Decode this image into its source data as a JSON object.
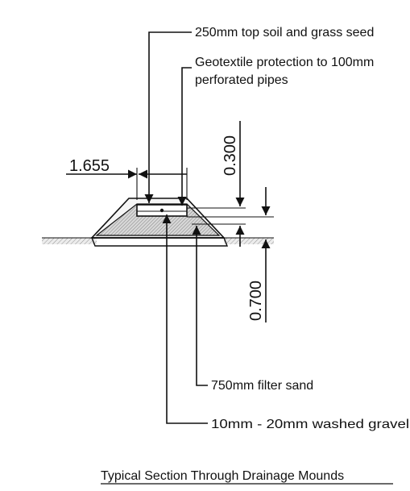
{
  "labels": {
    "top_soil": "250mm top soil and grass seed",
    "geotextile_line1": "Geotextile protection to 100mm",
    "geotextile_line2": "perforated pipes",
    "filter_sand": "750mm filter sand",
    "washed_gravel": "10mm - 20mm washed gravel"
  },
  "dimensions": {
    "width": "1.655",
    "upper_height": "0.300",
    "lower_height": "0.700"
  },
  "title": "Typical Section Through Drainage Mounds",
  "colors": {
    "line": "#111111",
    "hatch_sand": "#9a9a9a",
    "hatch_ground": "#8a8a8a",
    "background": "#ffffff"
  }
}
